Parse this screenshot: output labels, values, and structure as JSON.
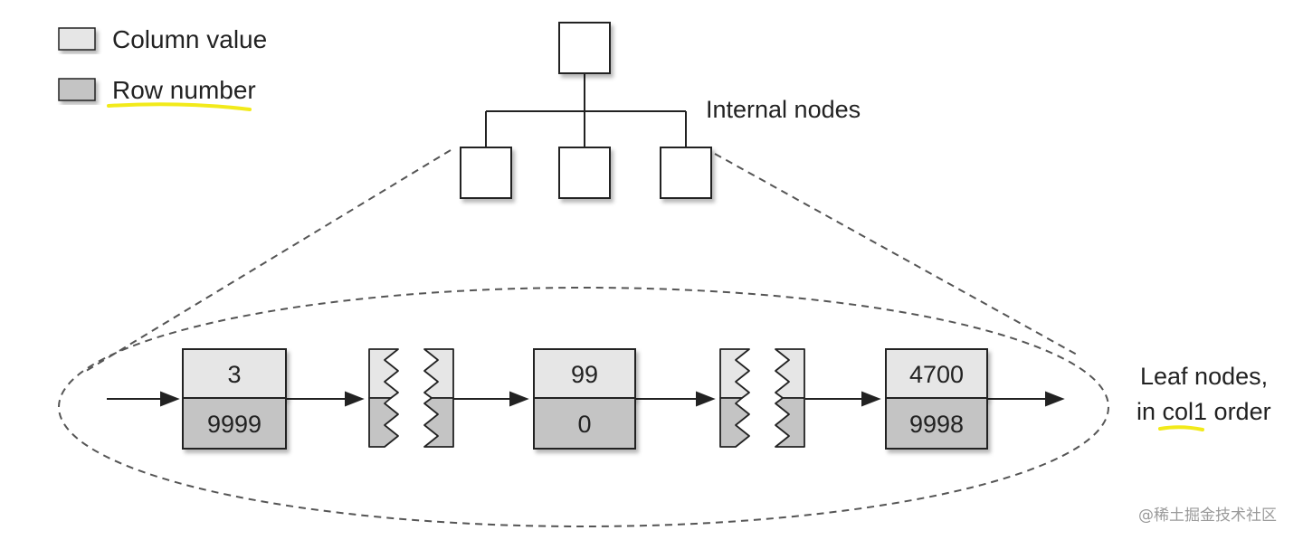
{
  "legend": {
    "items": [
      {
        "label": "Column value",
        "fill": "#e6e6e6"
      },
      {
        "label": "Row number",
        "fill": "#c4c4c4",
        "underline_color": "#f2ea1a"
      }
    ]
  },
  "tree": {
    "internal_label": "Internal nodes"
  },
  "leaf": {
    "label_line1": "Leaf nodes,",
    "label_line2": "in col1 order",
    "highlight_word": "col1",
    "highlight_color": "#f2ea1a",
    "nodes": [
      {
        "value": "3",
        "row": "9999"
      },
      {
        "value": "99",
        "row": "0"
      },
      {
        "value": "4700",
        "row": "9998"
      }
    ]
  },
  "colors": {
    "column_value": "#e6e6e6",
    "row_number": "#c4c4c4",
    "stroke": "#222222",
    "dash": "#555555"
  },
  "watermark": "@稀土掘金技术社区"
}
